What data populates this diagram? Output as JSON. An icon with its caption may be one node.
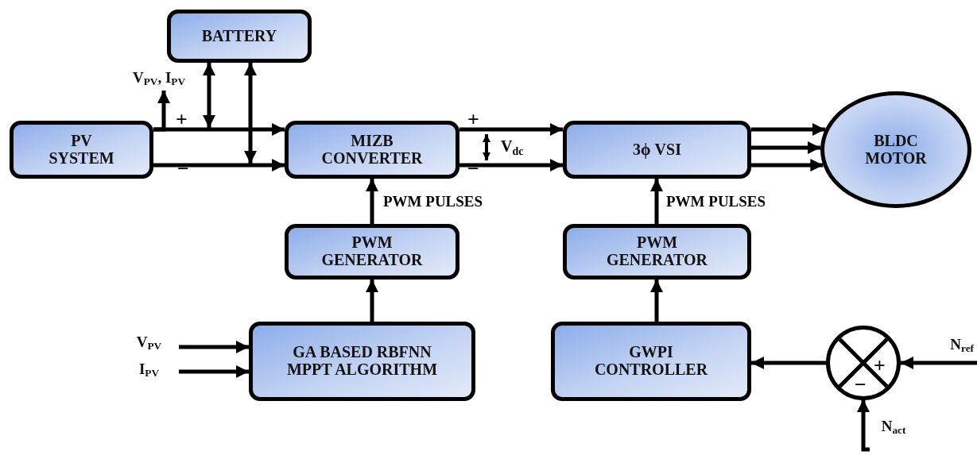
{
  "diagram": {
    "nodes": [
      {
        "text": [
          "BATTERY"
        ]
      },
      {
        "text": [
          "PV SYSTEM"
        ]
      },
      {
        "text": [
          "MIZB CONVERTER"
        ]
      },
      {
        "text": [
          "3ϕ VSI"
        ]
      },
      {
        "text": [
          "BLDC MOTOR"
        ]
      },
      {
        "text": [
          "PWM GENERATOR"
        ]
      },
      {
        "text": [
          "PWM GENERATOR"
        ]
      },
      {
        "text": [
          "GA BASED RBFNN MPPT ALGORITHM"
        ]
      },
      {
        "text": [
          "GWPI CONTROLLER"
        ]
      },
      {
        "text": [],
        "shape": "circle"
      },
      {
        "text": [
          "V$_{PV}$"
        ]
      },
      {
        "text": [
          "I$_{PV}$"
        ]
      },
      {
        "text": [
          "N$_{ref}$"
        ]
      },
      {
        "text": [
          "N$_{act}$"
        ]
      },
      {
        "text": [
          "V$_{PV}$, I$_{PV}$"
        ]
      }
    ],
    "edges": [
      {
        "from": 0,
        "to": null,
        "arrow": "both"
      },
      {
        "from": 0,
        "to": null,
        "arrow": "both"
      },
      {
        "from": 1,
        "to": 14,
        "arrow": "to"
      },
      {
        "from": 1,
        "to": 2,
        "arrow": "to"
      },
      {
        "from": 1,
        "to": 2,
        "arrow": "to"
      },
      {
        "from": 2,
        "to": 3,
        "arrow": "to"
      },
      {
        "from": 2,
        "to": 3,
        "arrow": "to"
      },
      {
        "from": 3,
        "to": 4,
        "arrow": "to"
      },
      {
        "from": 3,
        "to": 4,
        "arrow": "to"
      },
      {
        "from": 3,
        "to": 4,
        "arrow": "to"
      },
      {
        "from": 5,
        "to": 2,
        "arrow": "to",
        "label": "PWM PULSES"
      },
      {
        "from": 6,
        "to": 3,
        "arrow": "to",
        "label": "PWM PULSES"
      },
      {
        "from": 7,
        "to": 5,
        "arrow": "to"
      },
      {
        "from": 8,
        "to": 6,
        "arrow": "to"
      },
      {
        "from": 10,
        "to": 7,
        "arrow": "to"
      },
      {
        "from": 11,
        "to": 7,
        "arrow": "to"
      },
      {
        "from": 9,
        "to": 8,
        "arrow": "to"
      },
      {
        "from": 12,
        "to": 9,
        "arrow": "to"
      },
      {
        "from": 13,
        "to": 9,
        "arrow": "to"
      }
    ],
    "labels": [
      "+",
      "+",
      "V$_{dc}$",
      "−",
      "−",
      "+",
      "−"
    ]
  }
}
